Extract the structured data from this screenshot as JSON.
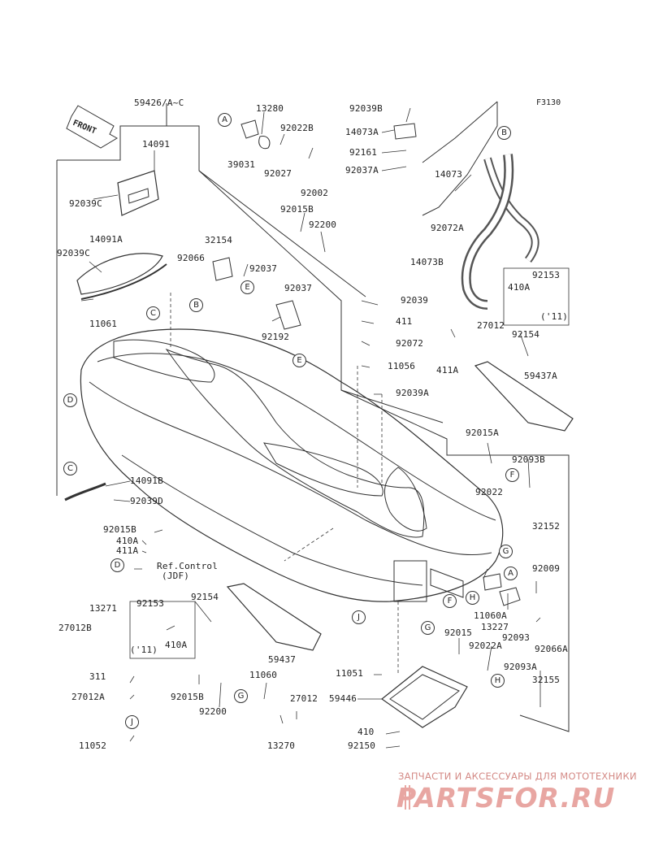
{
  "figure_code": "F3130",
  "front_label": "FRONT",
  "watermark": {
    "caption": "ЗАПЧАСТИ И АКСЕССУАРЫ ДЛЯ МОТОТЕХНИКИ",
    "logo": "PARTSFOR.RU"
  },
  "part_labels": [
    {
      "id": "p1",
      "text": "59426/A~C"
    },
    {
      "id": "p2",
      "text": "14091"
    },
    {
      "id": "p3",
      "text": "92039C"
    },
    {
      "id": "p4",
      "text": "14091A"
    },
    {
      "id": "p5",
      "text": "92039C"
    },
    {
      "id": "p6",
      "text": "11061"
    },
    {
      "id": "p7",
      "text": "13280"
    },
    {
      "id": "p8",
      "text": "92022B"
    },
    {
      "id": "p9",
      "text": "39031"
    },
    {
      "id": "p10",
      "text": "92027"
    },
    {
      "id": "p11",
      "text": "92002"
    },
    {
      "id": "p12",
      "text": "92015B"
    },
    {
      "id": "p13",
      "text": "92200"
    },
    {
      "id": "p14",
      "text": "32154"
    },
    {
      "id": "p15",
      "text": "92066"
    },
    {
      "id": "p16",
      "text": "92037"
    },
    {
      "id": "p17",
      "text": "92037"
    },
    {
      "id": "p18",
      "text": "92192"
    },
    {
      "id": "p19",
      "text": "92039B"
    },
    {
      "id": "p20",
      "text": "14073A"
    },
    {
      "id": "p21",
      "text": "92161"
    },
    {
      "id": "p22",
      "text": "92037A"
    },
    {
      "id": "p23",
      "text": "14073"
    },
    {
      "id": "p24",
      "text": "92072A"
    },
    {
      "id": "p25",
      "text": "14073B"
    },
    {
      "id": "p26",
      "text": "92153"
    },
    {
      "id": "p27",
      "text": "410A"
    },
    {
      "id": "p28",
      "text": "('11)"
    },
    {
      "id": "p29",
      "text": "92039"
    },
    {
      "id": "p30",
      "text": "411"
    },
    {
      "id": "p31",
      "text": "27012"
    },
    {
      "id": "p32",
      "text": "92072"
    },
    {
      "id": "p33",
      "text": "92154"
    },
    {
      "id": "p34",
      "text": "11056"
    },
    {
      "id": "p35",
      "text": "411A"
    },
    {
      "id": "p36",
      "text": "59437A"
    },
    {
      "id": "p37",
      "text": "92039A"
    },
    {
      "id": "p38",
      "text": "92015A"
    },
    {
      "id": "p39",
      "text": "92093B"
    },
    {
      "id": "p40",
      "text": "92022"
    },
    {
      "id": "p41",
      "text": "32152"
    },
    {
      "id": "p42",
      "text": "14091B"
    },
    {
      "id": "p43",
      "text": "92039D"
    },
    {
      "id": "p44",
      "text": "92015B"
    },
    {
      "id": "p45",
      "text": "410A"
    },
    {
      "id": "p46",
      "text": "411A"
    },
    {
      "id": "p47",
      "text": "Ref.Control"
    },
    {
      "id": "p48",
      "text": "(JDF)"
    },
    {
      "id": "p49",
      "text": "13271"
    },
    {
      "id": "p50",
      "text": "27012B"
    },
    {
      "id": "p51",
      "text": "92153"
    },
    {
      "id": "p52",
      "text": "92154"
    },
    {
      "id": "p53",
      "text": "('11)"
    },
    {
      "id": "p54",
      "text": "410A"
    },
    {
      "id": "p55",
      "text": "59437"
    },
    {
      "id": "p56",
      "text": "92009"
    },
    {
      "id": "p57",
      "text": "11060A"
    },
    {
      "id": "p58",
      "text": "13227"
    },
    {
      "id": "p59",
      "text": "92093"
    },
    {
      "id": "p60",
      "text": "92066A"
    },
    {
      "id": "p61",
      "text": "92015"
    },
    {
      "id": "p62",
      "text": "92022A"
    },
    {
      "id": "p63",
      "text": "92093A"
    },
    {
      "id": "p64",
      "text": "32155"
    },
    {
      "id": "p65",
      "text": "311"
    },
    {
      "id": "p66",
      "text": "27012A"
    },
    {
      "id": "p67",
      "text": "11052"
    },
    {
      "id": "p68",
      "text": "92015B"
    },
    {
      "id": "p69",
      "text": "92200"
    },
    {
      "id": "p70",
      "text": "11060"
    },
    {
      "id": "p71",
      "text": "27012"
    },
    {
      "id": "p72",
      "text": "13270"
    },
    {
      "id": "p73",
      "text": "11051"
    },
    {
      "id": "p74",
      "text": "59446"
    },
    {
      "id": "p75",
      "text": "410"
    },
    {
      "id": "p76",
      "text": "92150"
    }
  ],
  "callouts": [
    {
      "id": "c1",
      "text": "A"
    },
    {
      "id": "c2",
      "text": "B"
    },
    {
      "id": "c3",
      "text": "C"
    },
    {
      "id": "c4",
      "text": "B"
    },
    {
      "id": "c5",
      "text": "E"
    },
    {
      "id": "c6",
      "text": "D"
    },
    {
      "id": "c7",
      "text": "E"
    },
    {
      "id": "c8",
      "text": "C"
    },
    {
      "id": "c9",
      "text": "F"
    },
    {
      "id": "c10",
      "text": "D"
    },
    {
      "id": "c11",
      "text": "G"
    },
    {
      "id": "c12",
      "text": "A"
    },
    {
      "id": "c13",
      "text": "H"
    },
    {
      "id": "c14",
      "text": "F"
    },
    {
      "id": "c15",
      "text": "G"
    },
    {
      "id": "c16",
      "text": "J"
    },
    {
      "id": "c17",
      "text": "H"
    },
    {
      "id": "c18",
      "text": "G"
    },
    {
      "id": "c19",
      "text": "J"
    }
  ]
}
